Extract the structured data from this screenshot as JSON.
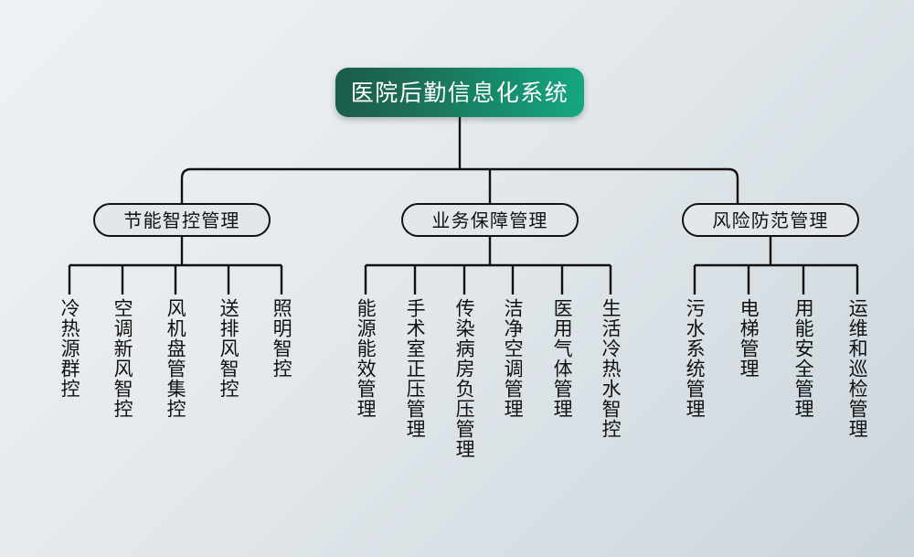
{
  "diagram": {
    "type": "organizational-tree",
    "title": "医院后勤信息化系统",
    "colors": {
      "root_gradient_start": "#1a5c49",
      "root_gradient_end": "#15a882",
      "root_text": "#ffffff",
      "branch_fill": "#e2e7ea",
      "branch_border": "#121212",
      "leaf_text": "#111111",
      "connector": "#111111",
      "background_start": "#eff2f4",
      "background_end": "#cbd5dc"
    },
    "root": {
      "label": "医院后勤信息化系统"
    },
    "branches": [
      {
        "label": "节能智控管理",
        "leaves": [
          {
            "label": "冷热源群控"
          },
          {
            "label": "空调新风智控"
          },
          {
            "label": "风机盘管集控"
          },
          {
            "label": "送排风智控"
          },
          {
            "label": "照明智控"
          }
        ]
      },
      {
        "label": "业务保障管理",
        "leaves": [
          {
            "label": "能源能效管理"
          },
          {
            "label": "手术室正压管理"
          },
          {
            "label": "传染病房负压管理"
          },
          {
            "label": "洁净空调管理"
          },
          {
            "label": "医用气体管理"
          },
          {
            "label": "生活冷热水智控"
          }
        ]
      },
      {
        "label": "风险防范管理",
        "leaves": [
          {
            "label": "污水系统管理"
          },
          {
            "label": "电梯管理"
          },
          {
            "label": "用能安全管理"
          },
          {
            "label": "运维和巡检管理"
          }
        ]
      }
    ]
  }
}
